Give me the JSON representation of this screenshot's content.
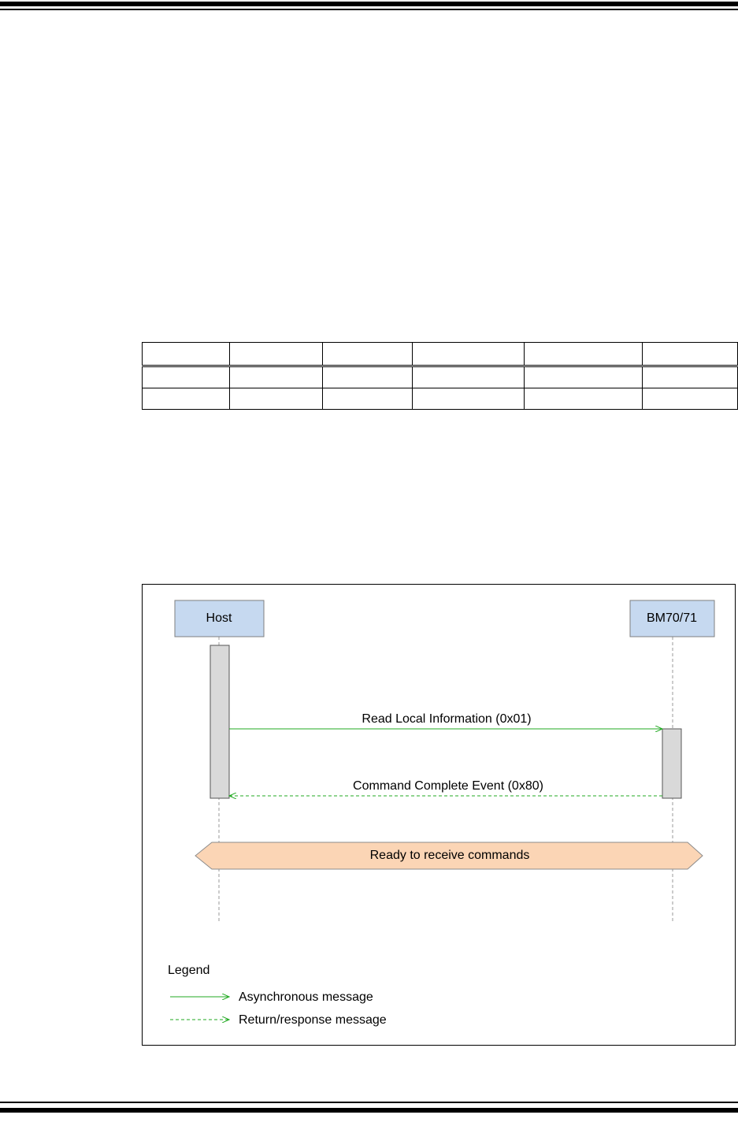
{
  "diagram": {
    "participants": {
      "host": "Host",
      "device": "BM70/71"
    },
    "messages": {
      "request": "Read Local Information (0x01)",
      "response": "Command Complete Event (0x80)"
    },
    "banner": "Ready to receive commands",
    "legend": {
      "title": "Legend",
      "async": "Asynchronous message",
      "response": "Return/response message"
    },
    "colors": {
      "participant_fill": "#c6d9f0",
      "activation_fill": "#d9d9d9",
      "message_line": "#22aa22",
      "banner_fill": "#fbd5b5",
      "lifeline": "#999999"
    }
  }
}
